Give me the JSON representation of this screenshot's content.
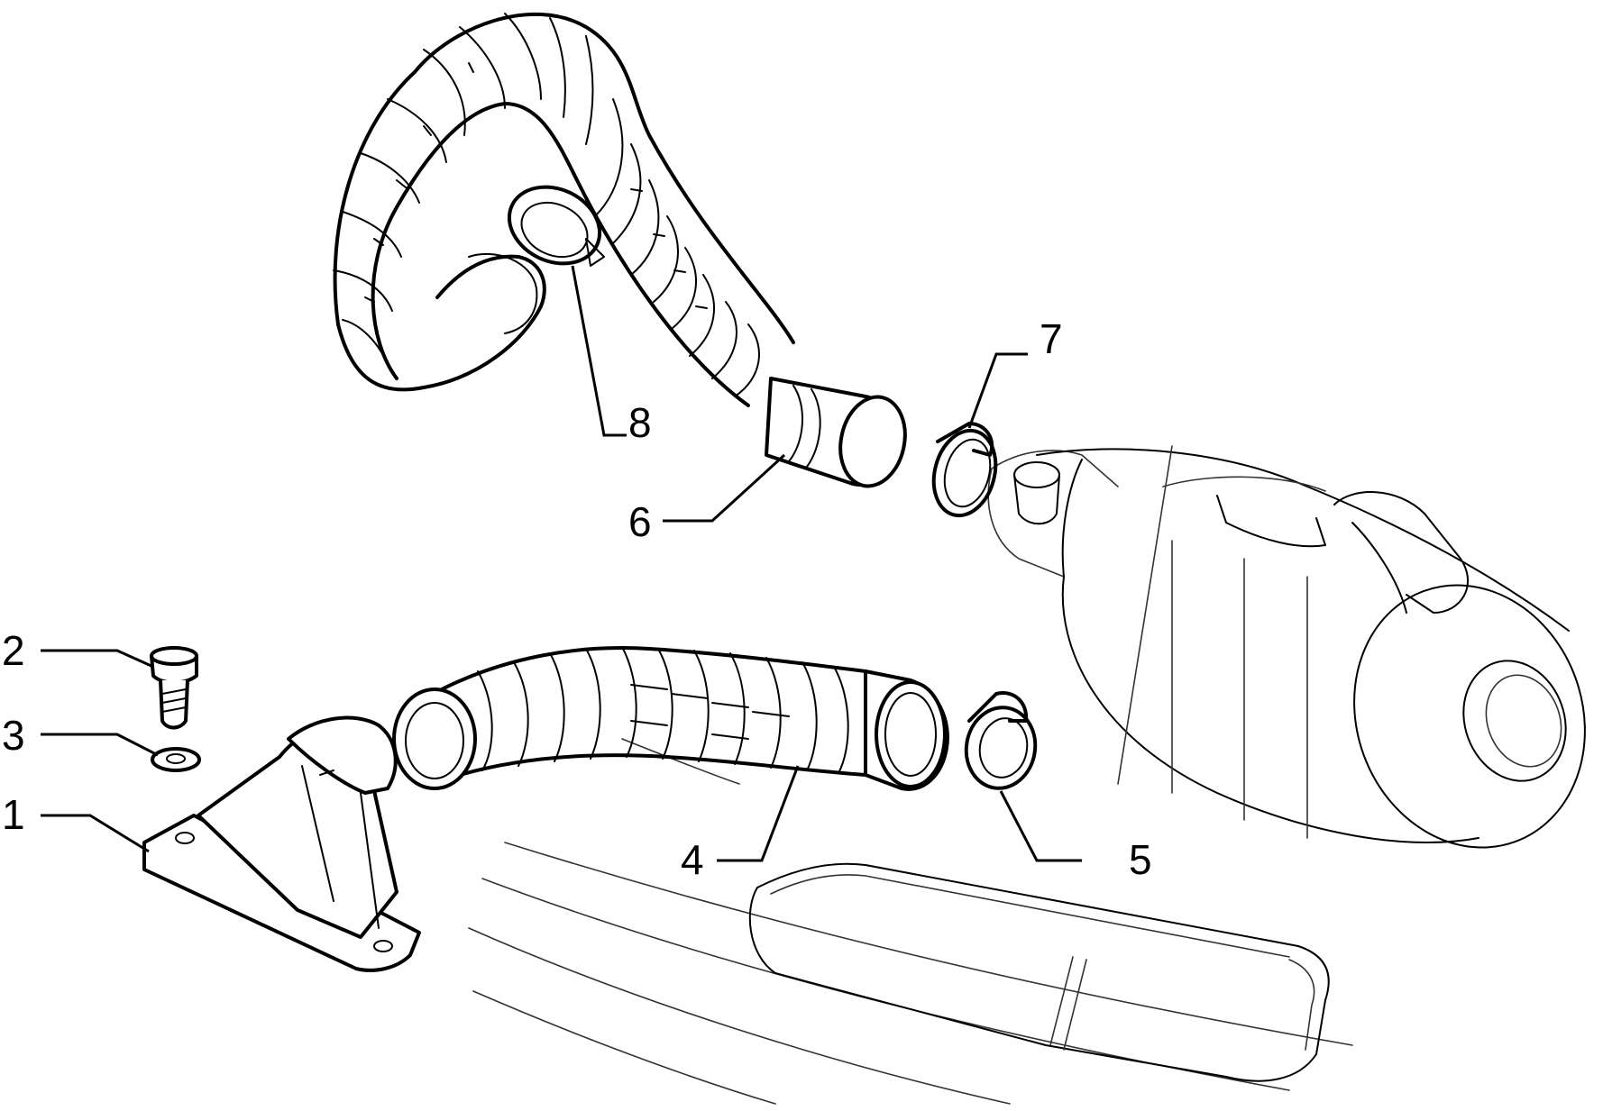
{
  "callouts": [
    {
      "id": "callout-1",
      "number": "1",
      "part": "intake-bracket"
    },
    {
      "id": "callout-2",
      "number": "2",
      "part": "bolt"
    },
    {
      "id": "callout-3",
      "number": "3",
      "part": "washer"
    },
    {
      "id": "callout-4",
      "number": "4",
      "part": "lower-corrugated-hose"
    },
    {
      "id": "callout-5",
      "number": "5",
      "part": "hose-clamp-lower"
    },
    {
      "id": "callout-6",
      "number": "6",
      "part": "upper-corrugated-hose"
    },
    {
      "id": "callout-7",
      "number": "7",
      "part": "hose-clamp-upper"
    },
    {
      "id": "callout-8",
      "number": "8",
      "part": "hose-clamp-small"
    }
  ]
}
